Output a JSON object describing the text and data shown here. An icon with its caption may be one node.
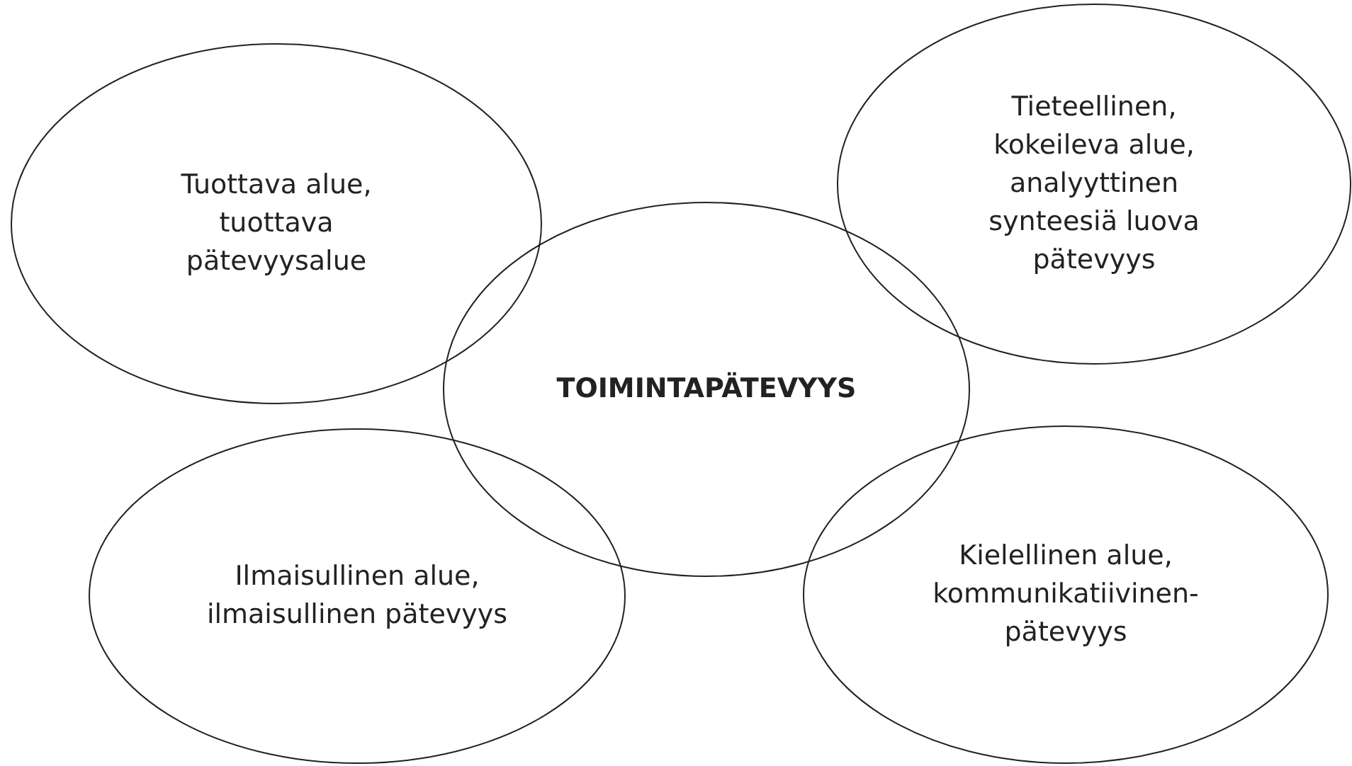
{
  "diagram": {
    "nodes": [
      {
        "text": [
          "Tuottava alue, tuottava pätevyysalue"
        ]
      },
      {
        "text": [
          "Tieteellinen, kokeileva alue, analyyttinen synteesiä luova pätevyys"
        ]
      },
      {
        "text": [
          "TOIMINTAPÄTEVYYS"
        ]
      },
      {
        "text": [
          "Ilmaisullinen alue, ilmaisullinen pätevyys"
        ]
      },
      {
        "text": [
          "Kielellinen alue, kommunikatiivinen-pätevyys"
        ]
      }
    ]
  }
}
